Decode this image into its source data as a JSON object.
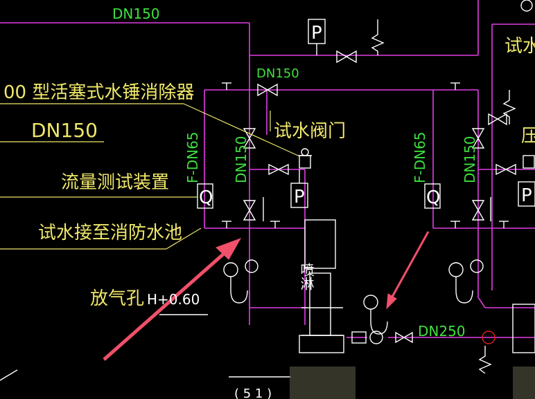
{
  "labels": {
    "top_dn150": "DN150",
    "dn150_small": "DN150",
    "piston_arrester": "00 型活塞式水锤消除器",
    "dn150_yellow": "DN150",
    "test_valve": "试水阀门",
    "flow_test": "流量测试装置",
    "test_to_pool": "试水接至消防水池",
    "vent_hole": "放气孔",
    "elevation": "H+0.60",
    "f_dn65_left": "F-DN65",
    "dn150_vert_left": "DN150",
    "f_dn65_right": "F-DN65",
    "dn150_vert_right": "DN150",
    "dn250": "DN250",
    "pump_label": "喷淋",
    "test_right_clip": "试水",
    "press_right_clip": "压",
    "bottom_ref": "( 5 1 )",
    "p_symbol": "P",
    "q_symbol": "Q"
  },
  "colors": {
    "pipe": "#e23ee6",
    "label_yellow": "#f0e86a",
    "label_green": "#3ee03e",
    "symbol": "#ffffff",
    "arrow": "#f0506a",
    "marker": "#e02020"
  },
  "icons": [
    "pressure-gauge-icon",
    "gate-valve-icon",
    "check-valve-icon",
    "pump-icon",
    "flow-meter-icon",
    "pressure-switch-icon"
  ]
}
